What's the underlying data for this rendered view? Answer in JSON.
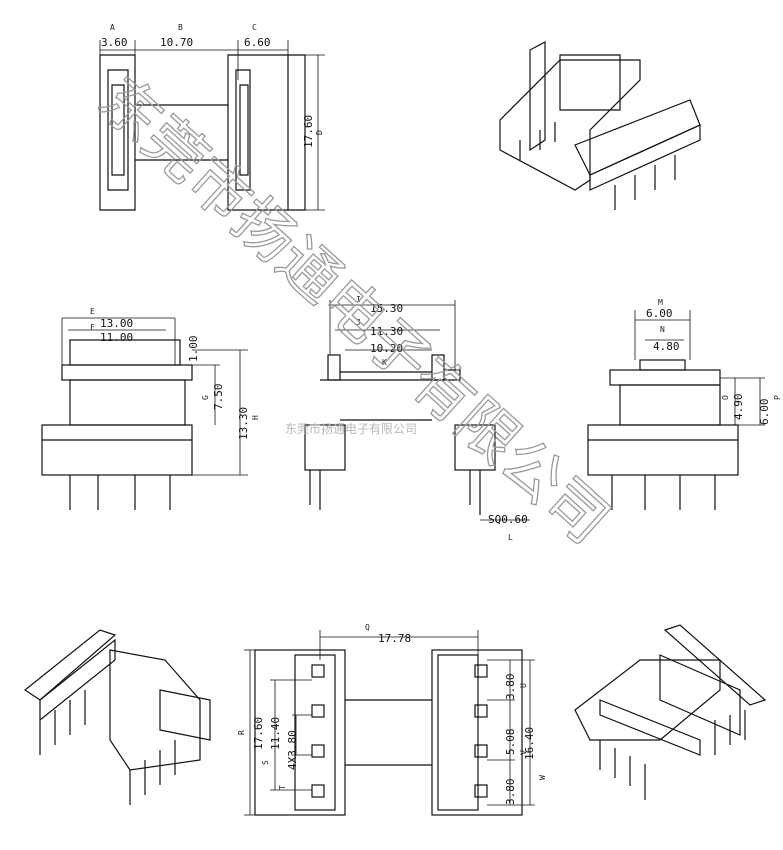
{
  "top_view": {
    "labels": {
      "a": "A",
      "b": "B",
      "c": "C",
      "d": "D"
    },
    "dims": {
      "a": "3.60",
      "b": "10.70",
      "c": "6.60",
      "d": "17.60"
    }
  },
  "front_view": {
    "labels": {
      "e": "E",
      "f": "F",
      "g": "G",
      "h": "H"
    },
    "dims": {
      "e": "13.00",
      "f": "11.00",
      "top": "1.00",
      "g": "7.50",
      "h": "13.30"
    }
  },
  "side_view": {
    "labels": {
      "i": "I",
      "j": "J",
      "k": "K",
      "l": "L"
    },
    "dims": {
      "i": "15.30",
      "j": "11.30",
      "k": "10.20",
      "pin": "SQ0.60"
    }
  },
  "end_view": {
    "labels": {
      "m": "M",
      "n": "N",
      "o": "O",
      "p": "P"
    },
    "dims": {
      "m": "6.00",
      "n": "4.80",
      "o": "4.90",
      "p": "6.00"
    }
  },
  "bottom_view": {
    "labels": {
      "q": "Q",
      "r": "R",
      "s": "S",
      "t": "T",
      "u": "U",
      "v": "V",
      "w": "W"
    },
    "dims": {
      "q": "17.78",
      "r": "17.60",
      "s": "11.40",
      "t": "4X3.80",
      "u": "3.80",
      "v": "5.08",
      "w": "16.40",
      "u2": "3.80"
    }
  },
  "watermark": {
    "big": "东莞市扬通电子有限公司",
    "small": "东莞市扬通电子有限公司"
  }
}
